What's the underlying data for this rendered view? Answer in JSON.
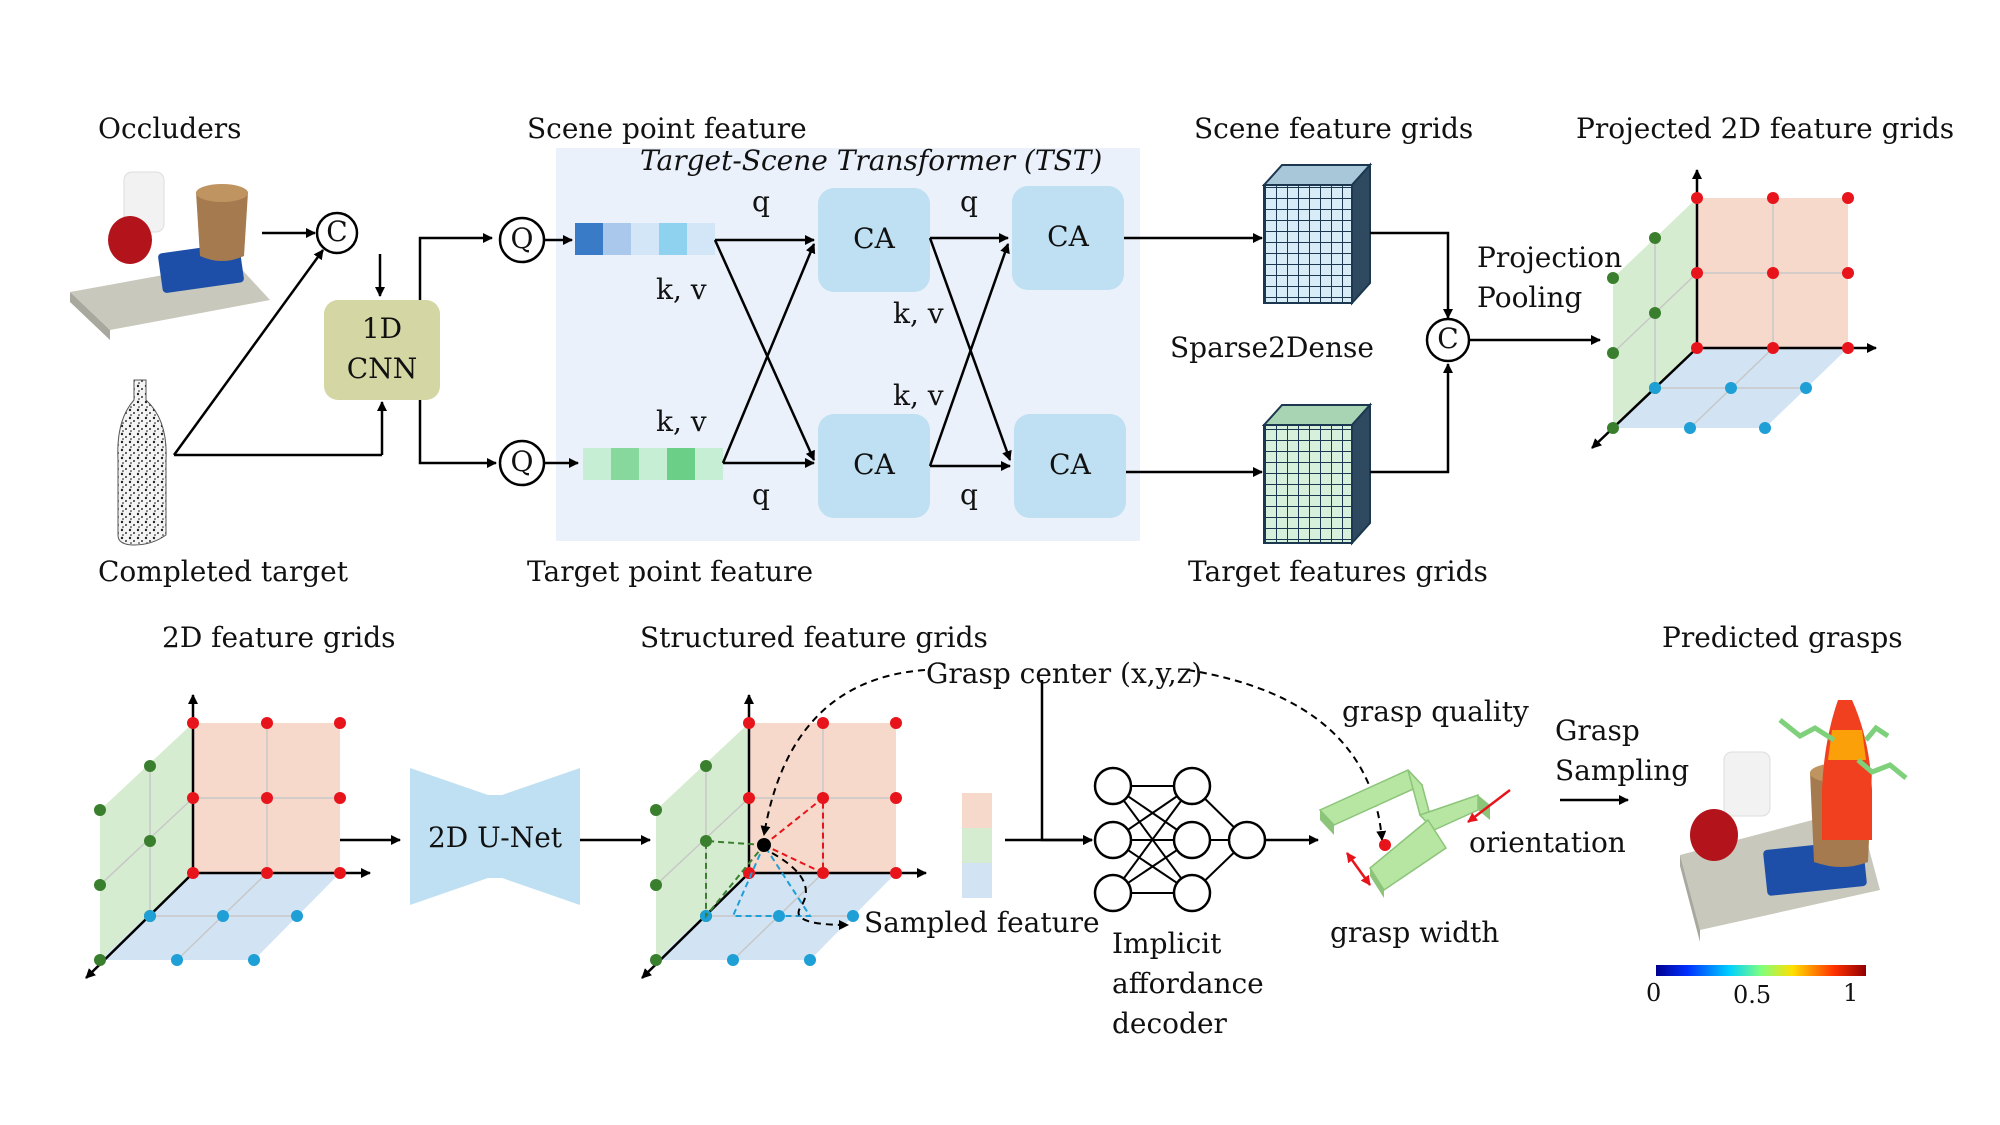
{
  "top": {
    "occluders": "Occluders",
    "completed_target": "Completed target",
    "scene_point_feature": "Scene point feature",
    "target_point_feature": "Target point feature",
    "tst_title": "Target-Scene Transformer (TST)",
    "scene_feature_grids": "Scene feature grids",
    "target_features_grids": "Target features grids",
    "sparse2dense": "Sparse2Dense",
    "projection_pooling": [
      "Projection",
      "Pooling"
    ],
    "projected_2d_grids": "Projected 2D feature grids",
    "concat_symbol": "C",
    "query_symbol": "Q",
    "cnn_block": [
      "1D",
      "CNN"
    ],
    "ca_label": "CA",
    "q_label": "q",
    "kv_label": "k, v"
  },
  "bottom": {
    "feature_grids_2d": "2D feature grids",
    "unet": "2D U-Net",
    "structured_grids": "Structured feature grids",
    "grasp_center": "Grasp center (x,y,z)",
    "sampled_feature": "Sampled feature",
    "decoder": [
      "Implicit",
      "affordance",
      "decoder"
    ],
    "grasp_quality": "grasp quality",
    "orientation": "orientation",
    "grasp_width": "grasp width",
    "grasp_sampling": [
      "Grasp",
      "Sampling"
    ],
    "predicted_grasps": "Predicted grasps",
    "colorbar_ticks": [
      "0",
      "0.5",
      "1"
    ]
  },
  "colors": {
    "tst_bg": "#eaf1fb",
    "ca_fill": "#bfe0f2",
    "cnn_fill": "#d4d6a4",
    "plane_red": "#f7d9cc",
    "plane_green": "#d6ecd0",
    "plane_blue": "#d2e4f4",
    "dot_red": "#e8141c",
    "dot_green": "#3a7f2e",
    "dot_blue": "#1e9fd6"
  }
}
